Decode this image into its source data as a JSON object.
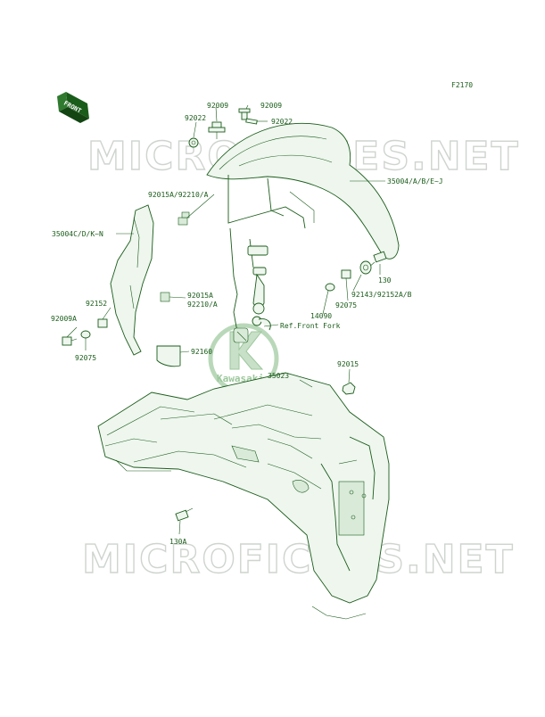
{
  "diagram_code": "F2170",
  "front_badge": "FRONT",
  "watermark": "MICROFICHES.NET",
  "logo_text": "Kawasaki",
  "colors": {
    "ink": "#1a5c1a",
    "fill": "#eef6ee",
    "shade": "#d9ead9",
    "watermark": "#cfd4cf"
  },
  "parts": {
    "p92009_left": "92009",
    "p92009_right": "92009",
    "p92022_left": "92022",
    "p92022_right": "92022",
    "p35004_front": "35004/A/B/E~J",
    "p92015A_top": "92015A/92210/A",
    "p35004C": "35004C/D/K~N",
    "p130": "130",
    "p92143": "92143/92152A/B",
    "p92075_right": "92075",
    "p92015A_mid_1": "92015A",
    "p92015A_mid_2": "92210/A",
    "p92152": "92152",
    "p92009A": "92009A",
    "p92075_left": "92075",
    "p14090": "14090",
    "ref_front_fork": "Ref.Front Fork",
    "p92160": "92160",
    "p92015": "92015",
    "p35023": "35023",
    "p130A": "130A"
  }
}
